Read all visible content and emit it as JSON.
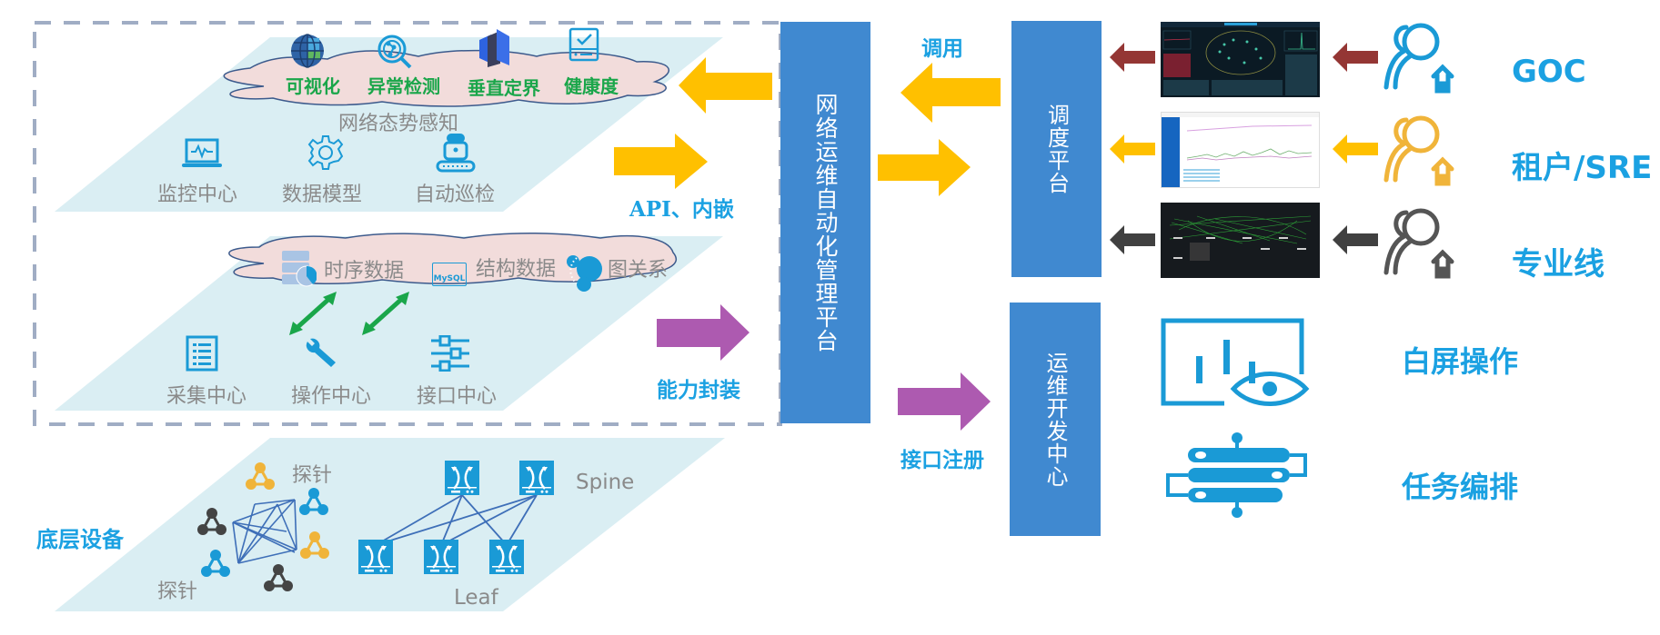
{
  "diagram": {
    "layers": {
      "perception": {
        "title": "网络态势感知",
        "cloud_items": [
          {
            "label": "可视化",
            "icon": "globe-icon"
          },
          {
            "label": "异常检测",
            "icon": "anomaly-search-icon"
          },
          {
            "label": "垂直定界",
            "icon": "layers-icon"
          },
          {
            "label": "健康度",
            "icon": "health-check-icon"
          }
        ],
        "modules": [
          {
            "label": "监控中心",
            "icon": "monitor-icon"
          },
          {
            "label": "数据模型",
            "icon": "gear-icon"
          },
          {
            "label": "自动巡检",
            "icon": "robot-icon"
          }
        ]
      },
      "data": {
        "cloud_items": [
          {
            "label": "时序数据",
            "icon": "timeseries-db-icon"
          },
          {
            "label": "结构数据",
            "icon": "mysql-icon"
          },
          {
            "label": "图关系",
            "icon": "graph-icon"
          }
        ],
        "mysql_text": "MySQL",
        "modules": [
          {
            "label": "采集中心",
            "icon": "list-icon"
          },
          {
            "label": "操作中心",
            "icon": "wrench-icon"
          },
          {
            "label": "接口中心",
            "icon": "sliders-icon"
          }
        ]
      },
      "devices": {
        "title": "底层设备",
        "probe_label_top": "探针",
        "probe_label_bottom": "探针",
        "spine_label": "Spine",
        "leaf_label": "Leaf"
      }
    },
    "arrows": {
      "api_label": "API、内嵌",
      "capability_label": "能力封装",
      "invoke_label": "调用",
      "register_label": "接口注册"
    },
    "boxes": {
      "main": "网络运维自动化管理平台",
      "scheduler": "调度平台",
      "devcenter": "运维开发中心"
    },
    "consumers": [
      {
        "label": "GOC",
        "color": "#1a9ad6",
        "arrow_color": "#943634"
      },
      {
        "label": "租户/SRE",
        "color": "#f0b43a",
        "arrow_color": "#ffc000"
      },
      {
        "label": "专业线",
        "color": "#555555",
        "arrow_color": "#404040"
      }
    ],
    "capabilities": [
      {
        "label": "白屏操作",
        "icon": "dashboard-eye-icon"
      },
      {
        "label": "任务编排",
        "icon": "workflow-icon"
      }
    ],
    "colors": {
      "box_blue": "#4089d0",
      "label_blue": "#1ba1e2",
      "arrow_yellow": "#ffc000",
      "arrow_purple": "#ad5ab0",
      "layer_fill": "#daeef3",
      "cloud_fill": "#f2dcdb",
      "green": "#1aa64a"
    }
  }
}
